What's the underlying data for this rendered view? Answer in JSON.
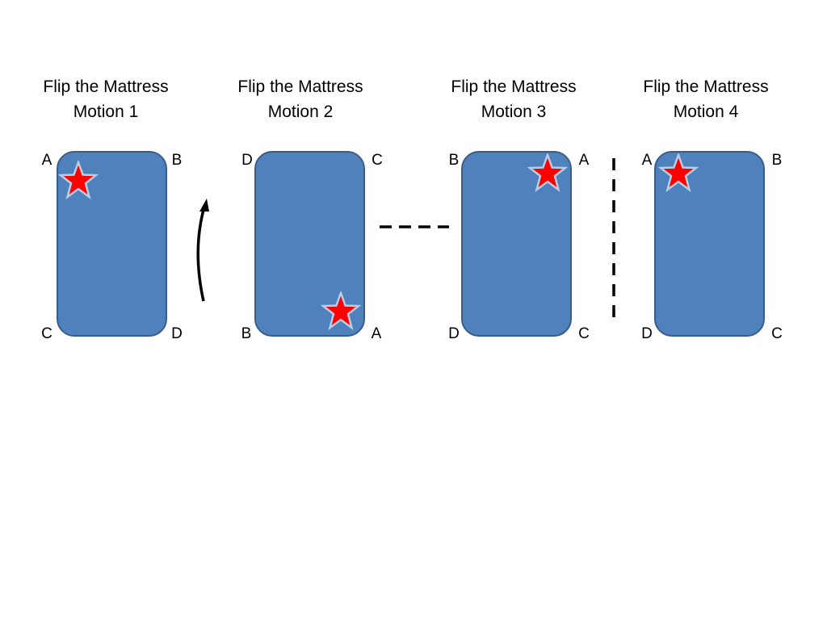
{
  "colors": {
    "mattress_fill": "#4f81bd",
    "mattress_border": "#385d8a",
    "star_fill": "#ff0000",
    "star_outline": "#b9cde5",
    "line": "#000000"
  },
  "panels": [
    {
      "title_line1": "Flip the Mattress",
      "title_line2": "Motion 1",
      "corners": {
        "top_left": "A",
        "top_right": "B",
        "bottom_left": "C",
        "bottom_right": "D"
      },
      "star_position": "top-left",
      "star_icon": "red-star-icon"
    },
    {
      "title_line1": "Flip the Mattress",
      "title_line2": "Motion 2",
      "corners": {
        "top_left": "D",
        "top_right": "C",
        "bottom_left": "B",
        "bottom_right": "A"
      },
      "star_position": "bottom-right",
      "star_icon": "red-star-icon"
    },
    {
      "title_line1": "Flip the Mattress",
      "title_line2": "Motion 3",
      "corners": {
        "top_left": "B",
        "top_right": "A",
        "bottom_left": "D",
        "bottom_right": "C"
      },
      "star_position": "top-right",
      "star_icon": "red-star-icon"
    },
    {
      "title_line1": "Flip the Mattress",
      "title_line2": "Motion 4",
      "corners": {
        "top_left": "A",
        "top_right": "B",
        "bottom_left": "D",
        "bottom_right": "C"
      },
      "star_position": "top-left",
      "star_icon": "red-star-icon"
    }
  ],
  "connectors": [
    {
      "name": "rotate-arrow",
      "icon": "curved-arrow-icon",
      "between": "motion-1 and motion-2"
    },
    {
      "name": "horizontal-flip-axis",
      "icon": "dashed-horizontal-line-icon",
      "between": "motion-2 and motion-3"
    },
    {
      "name": "vertical-flip-axis",
      "icon": "dashed-vertical-line-icon",
      "between": "motion-3 and motion-4"
    }
  ]
}
